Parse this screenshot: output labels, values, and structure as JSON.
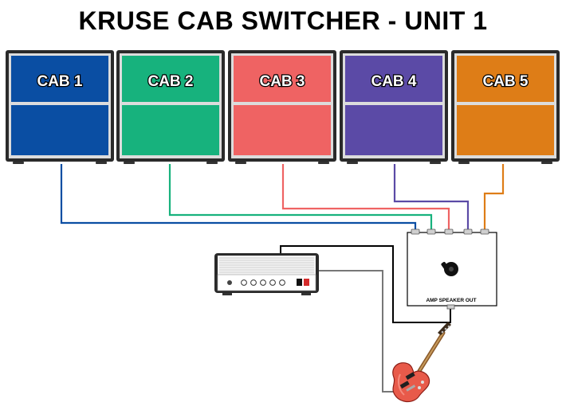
{
  "title": "KRUSE CAB SWITCHER - UNIT 1",
  "cabinets": [
    {
      "label": "CAB 1",
      "color": "#0a4ea3"
    },
    {
      "label": "CAB 2",
      "color": "#17b27d"
    },
    {
      "label": "CAB 3",
      "color": "#ef6363"
    },
    {
      "label": "CAB 4",
      "color": "#5b4aa6"
    },
    {
      "label": "CAB 5",
      "color": "#de7d17"
    }
  ],
  "switcher": {
    "output_label": "AMP SPEAKER OUT"
  },
  "icons": {
    "amp": "amp-head-icon",
    "guitar": "electric-guitar-icon",
    "knob": "rotary-switch-knob-icon"
  }
}
